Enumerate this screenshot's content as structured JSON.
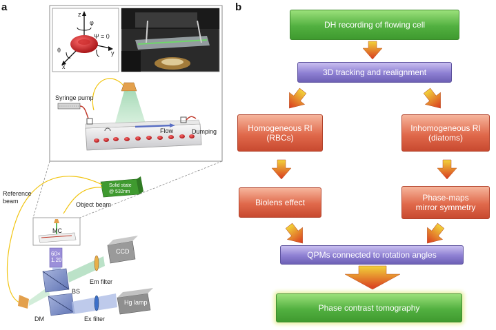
{
  "panel_a": {
    "letter": "a",
    "inset_axes": {
      "z": "z",
      "x": "x",
      "y": "y",
      "theta": "θ",
      "phi": "φ",
      "psi": "Ψ = 0"
    },
    "labels": {
      "syringe_pump": "Syringe pump",
      "flow": "Flow",
      "dumping": "Dumping",
      "reference_beam": "Reference\nbeam",
      "object_beam": "Object beam",
      "laser": "Solid state\n@ 532nm",
      "mc": "MC",
      "objective": "60×\n1.20",
      "ccd": "CCD",
      "em_filter": "Em filter",
      "bs": "BS",
      "dm": "DM",
      "ex_filter": "Ex filter",
      "hg_lamp": "Hg lamp"
    }
  },
  "panel_b": {
    "letter": "b",
    "boxes": {
      "dh_recording": "DH recording of flowing cell",
      "tracking": "3D tracking and realignment",
      "homogeneous": "Homogeneous RI\n(RBCs)",
      "inhomogeneous": "Inhomogeneous RI\n(diatoms)",
      "biolens": "Biolens effect",
      "phase_maps": "Phase-maps\nmirror symmetry",
      "qpms": "QPMs connected to rotation angles",
      "tomography": "Phase contrast tomography"
    }
  },
  "colors": {
    "green": "#52b040",
    "purple": "#8d7fd2",
    "red": "#e0694b",
    "arrow_top": "#f2d33a",
    "arrow_bottom": "#d8381f"
  }
}
